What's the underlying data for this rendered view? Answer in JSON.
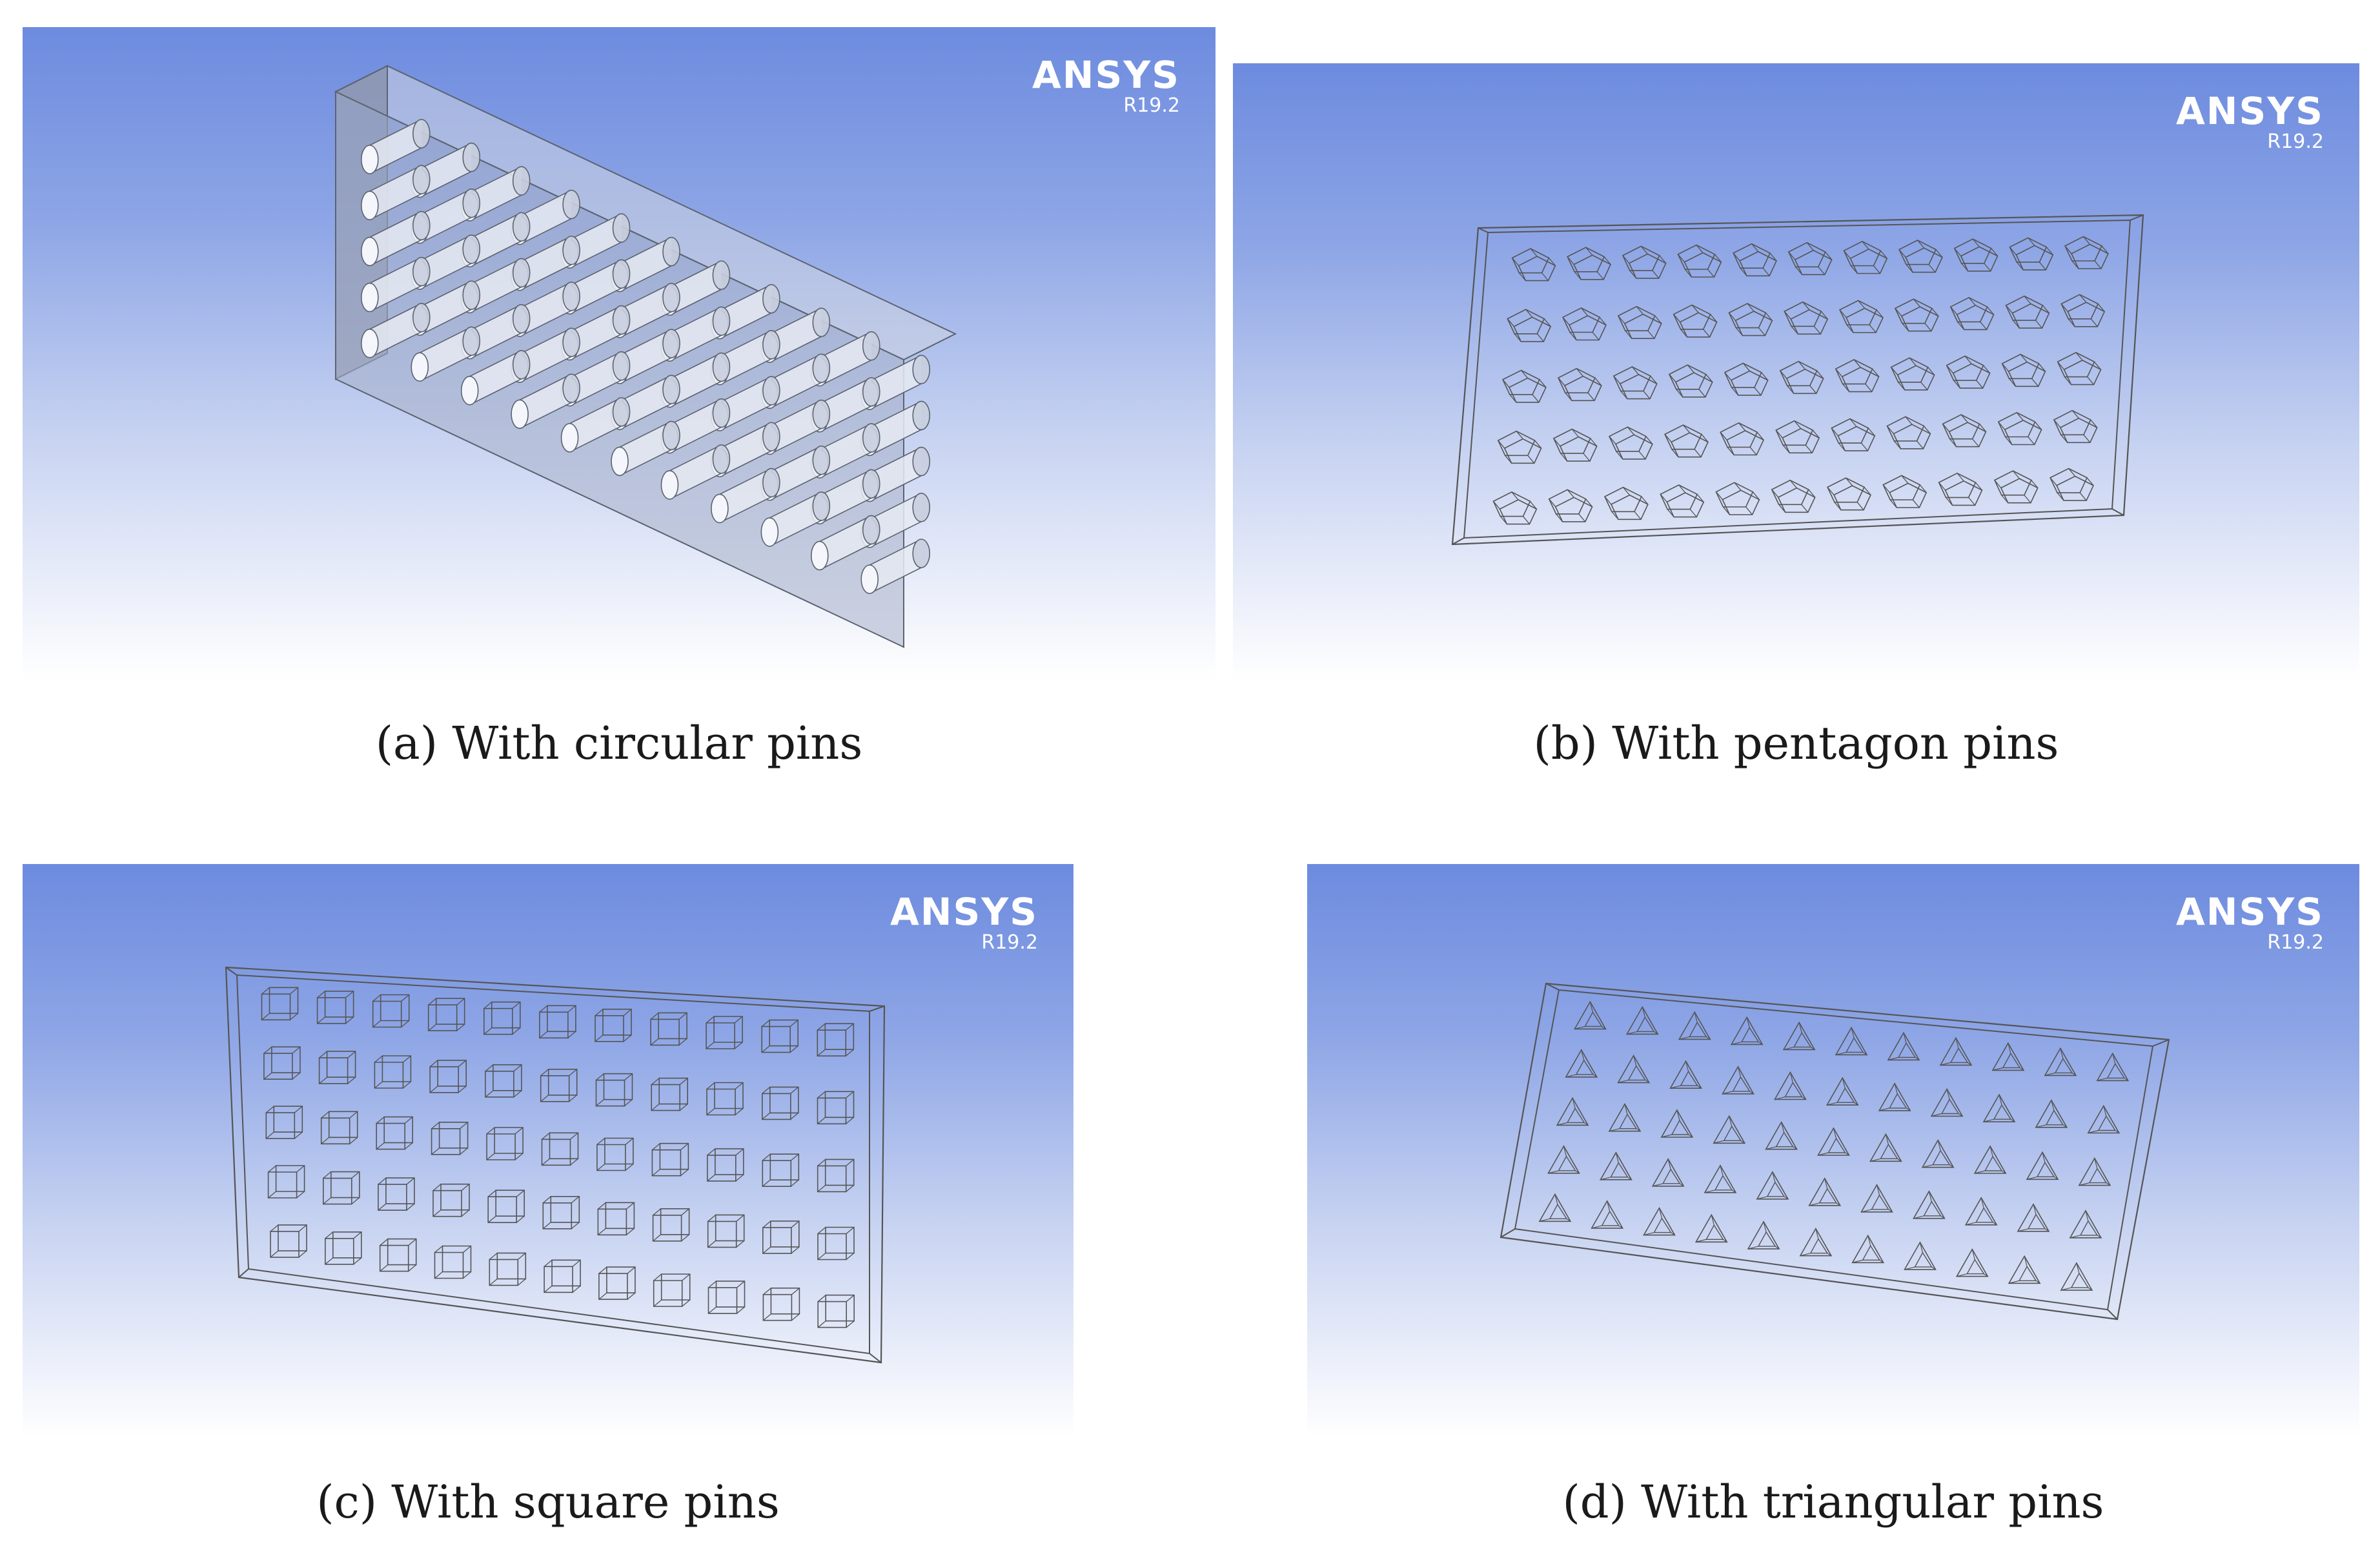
{
  "panels": [
    {
      "id": "a",
      "pin_shape": "circle",
      "logo": {
        "brand": "ANSYS",
        "version": "R19.2"
      },
      "caption": "(a) With circular pins",
      "pin_grid": {
        "rows": 5,
        "cols": 11
      }
    },
    {
      "id": "b",
      "pin_shape": "pentagon",
      "logo": {
        "brand": "ANSYS",
        "version": "R19.2"
      },
      "caption": "(b) With pentagon pins",
      "pin_grid": {
        "rows": 5,
        "cols": 11
      }
    },
    {
      "id": "c",
      "pin_shape": "square",
      "logo": {
        "brand": "ANSYS",
        "version": "R19.2"
      },
      "caption": "(c) With square pins",
      "pin_grid": {
        "rows": 5,
        "cols": 11
      }
    },
    {
      "id": "d",
      "pin_shape": "triangle",
      "logo": {
        "brand": "ANSYS",
        "version": "R19.2"
      },
      "caption": "(d) With triangular pins",
      "pin_grid": {
        "rows": 5,
        "cols": 11
      }
    }
  ],
  "colors": {
    "background_top": "#6d8bdf",
    "background_bottom": "#ffffff",
    "wire": "#555555",
    "logo": "#ffffff"
  }
}
